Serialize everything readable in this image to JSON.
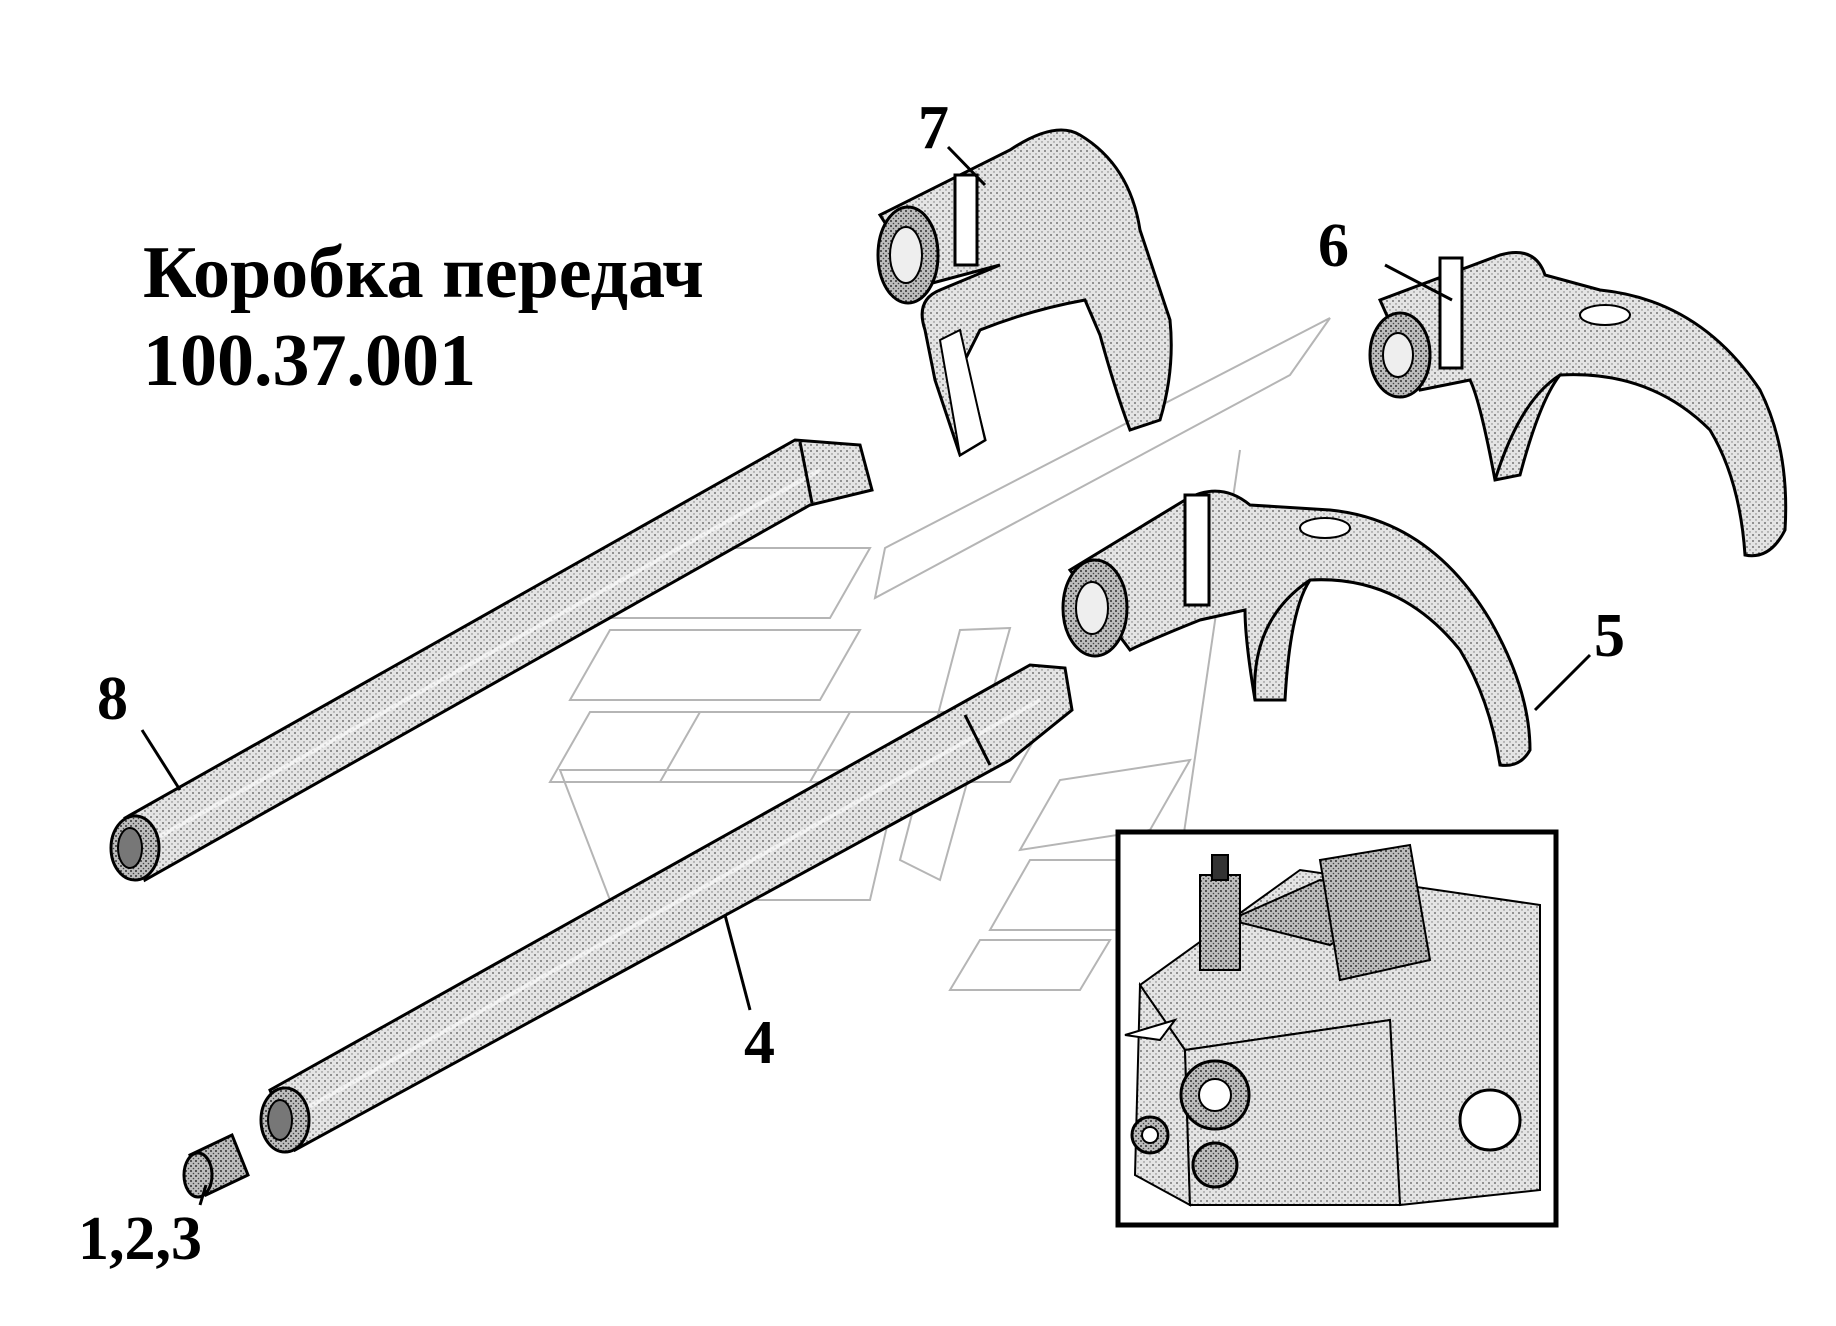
{
  "title": {
    "line1": "Коробка передач",
    "line2": "100.37.001"
  },
  "callouts": {
    "part_1_2_3": "1,2,3",
    "part_4": "4",
    "part_5": "5",
    "part_6": "6",
    "part_7": "7",
    "part_8": "8"
  },
  "inset": {
    "subject": "gearbox-assembly-location"
  },
  "colors": {
    "ink": "#000000",
    "part_fill": "#dcdcdc",
    "watermark": "#b5b5b5"
  }
}
